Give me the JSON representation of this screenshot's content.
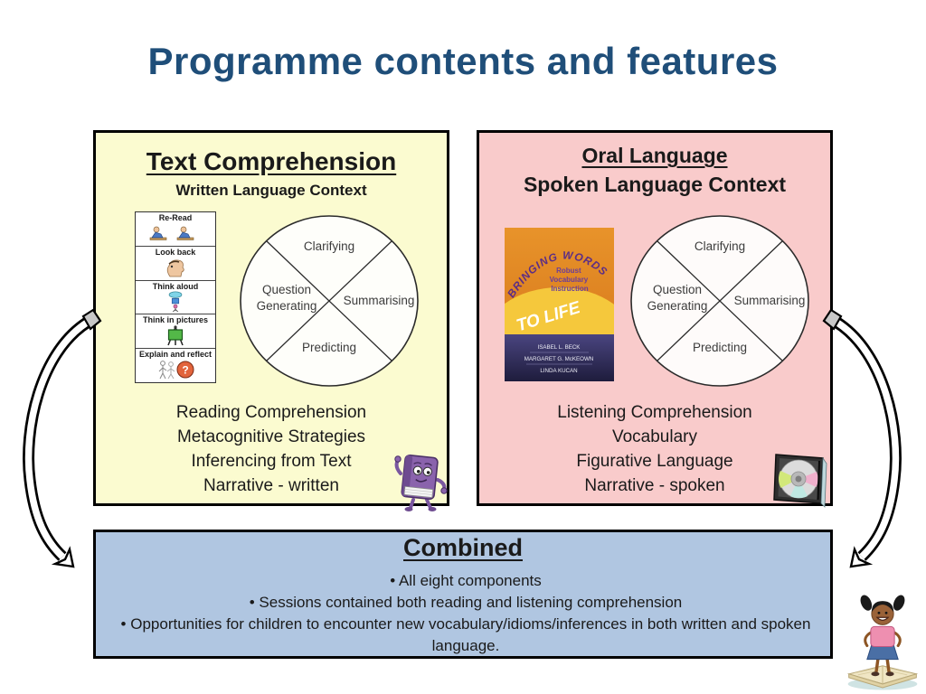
{
  "slide": {
    "title": "Programme contents and features"
  },
  "colors": {
    "title_text": "#1F4E79",
    "text_box_bg": "#FBFBD0",
    "oral_box_bg": "#F9CBCB",
    "combined_box_bg": "#B0C6E1",
    "box_border": "#000000"
  },
  "text_comprehension_box": {
    "heading": "Text Comprehension",
    "subheading": "Written Language Context",
    "strategies": [
      {
        "label": "Re-Read"
      },
      {
        "label": "Look back"
      },
      {
        "label": "Think aloud"
      },
      {
        "label": "Think in pictures"
      },
      {
        "label": "Explain and reflect",
        "glyph": "?"
      }
    ],
    "circle": {
      "top": "Clarifying",
      "left": "Question Generating",
      "right": "Summarising",
      "bottom": "Predicting"
    },
    "outcomes": [
      "Reading Comprehension",
      "Metacognitive Strategies",
      "Inferencing from Text",
      "Narrative - written"
    ]
  },
  "oral_language_box": {
    "heading": "Oral Language",
    "subheading": "Spoken Language Context",
    "book_cover": {
      "arc_title": "BRINGING WORDS",
      "main_title": "TO LIFE",
      "subtitle_lines": [
        "Robust",
        "Vocabulary",
        "Instruction"
      ],
      "authors": [
        "ISABEL L. BECK",
        "MARGARET G. McKEOWN",
        "LINDA KUCAN"
      ]
    },
    "circle": {
      "top": "Clarifying",
      "left": "Question Generating",
      "right": "Summarising",
      "bottom": "Predicting"
    },
    "outcomes": [
      "Listening Comprehension",
      "Vocabulary",
      "Figurative Language",
      "Narrative - spoken"
    ]
  },
  "combined_box": {
    "heading": "Combined",
    "bullets": [
      "All eight components",
      "Sessions contained both reading and listening comprehension",
      "Opportunities for children to encounter new vocabulary/idioms/inferences in both written and spoken language."
    ]
  }
}
